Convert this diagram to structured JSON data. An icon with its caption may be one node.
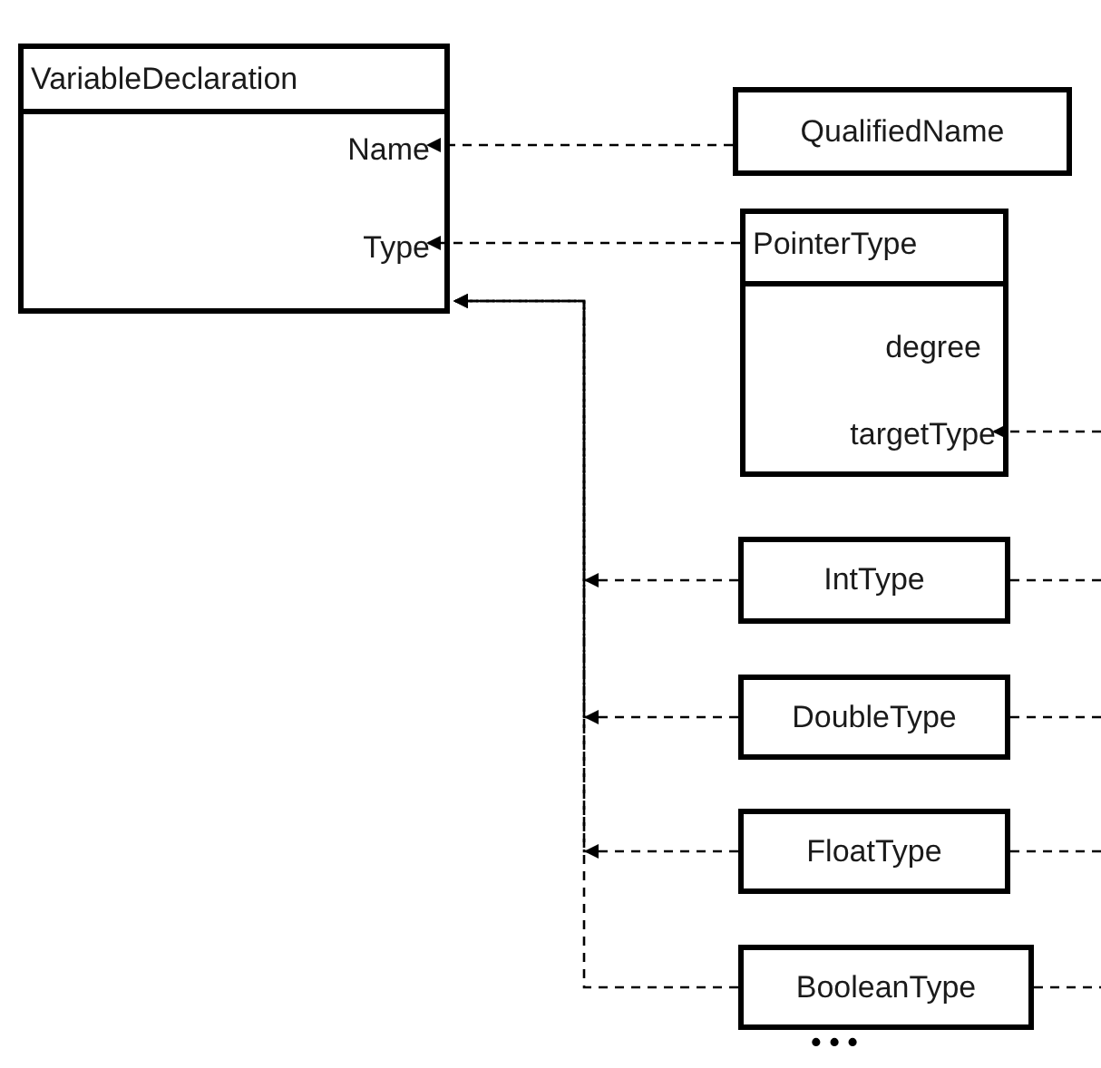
{
  "diagram": {
    "nodes": [
      {
        "text": [
          "VariableDeclaration"
        ]
      },
      {
        "text": [
          "Name"
        ],
        "in": 0
      },
      {
        "text": [
          "Type"
        ],
        "in": 0
      },
      {
        "text": [
          "QualifiedName"
        ]
      },
      {
        "text": [
          "PointerType",
          "degree"
        ]
      },
      {
        "text": [
          "targetType"
        ],
        "in": 4
      },
      {
        "text": [
          "IntType"
        ]
      },
      {
        "text": [
          "DoubleType"
        ]
      },
      {
        "text": [
          "FloatType"
        ]
      },
      {
        "text": [
          "BooleanType"
        ]
      }
    ],
    "edges": [
      {
        "from": 3,
        "to": 1,
        "arrow": "to",
        "style": "dashed"
      },
      {
        "from": 4,
        "to": 2,
        "arrow": "to",
        "style": "dashed"
      },
      {
        "from": null,
        "to": 5,
        "arrow": "to",
        "style": "dashed"
      },
      {
        "from": 6,
        "to": 0,
        "arrow": "to",
        "style": "dashed"
      },
      {
        "from": 7,
        "to": 0,
        "arrow": "to",
        "style": "dashed"
      },
      {
        "from": 8,
        "to": 0,
        "arrow": "to",
        "style": "dashed"
      },
      {
        "from": 9,
        "to": 0,
        "arrow": "to",
        "style": "dashed"
      },
      {
        "from": 6,
        "to": null,
        "arrow": "none",
        "style": "dashed"
      },
      {
        "from": 7,
        "to": null,
        "arrow": "none",
        "style": "dashed"
      },
      {
        "from": 8,
        "to": null,
        "arrow": "none",
        "style": "dashed"
      },
      {
        "from": 9,
        "to": null,
        "arrow": "none",
        "style": "dashed"
      }
    ],
    "labels": [
      "• • •"
    ]
  }
}
